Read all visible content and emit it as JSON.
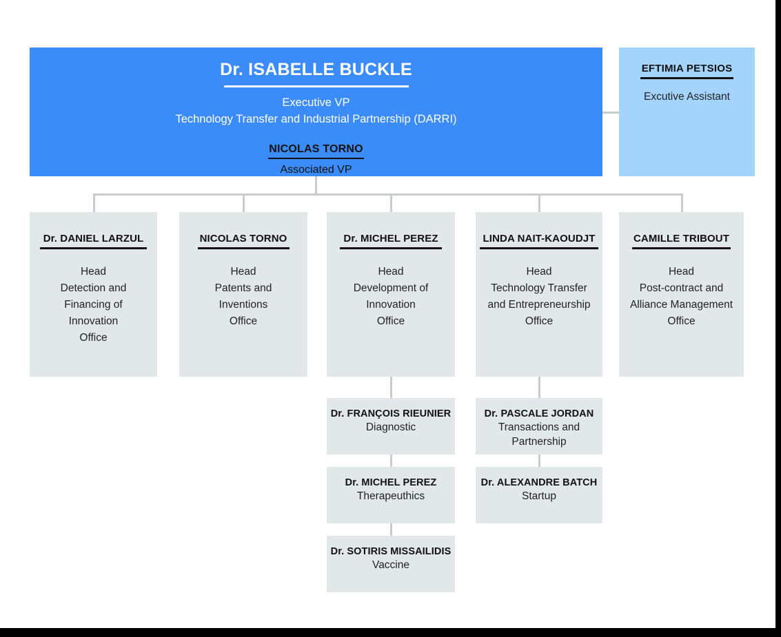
{
  "colors": {
    "root_box": "#3b8cf8",
    "assistant_box": "#a4d4fb",
    "node_box": "#e2e7ea",
    "connector": "#c9cccd",
    "frame": "#000000",
    "text_dark": "#111111",
    "text_light": "#ffffff"
  },
  "root": {
    "name": "Dr. ISABELLE BUCKLE",
    "role_line1": "Executive VP",
    "role_line2": "Technology Transfer and Industrial Partnership (DARRI)",
    "deputy_name": "NICOLAS TORNO",
    "deputy_role": "Associated VP"
  },
  "assistant": {
    "name": "EFTIMIA PETSIOS",
    "role": "Excutive Assistant"
  },
  "divisions": [
    {
      "name": "Dr. DANIEL LARZUL",
      "role": "Head\nDetection and\nFinancing of\nInnovation\nOffice",
      "children": []
    },
    {
      "name": "NICOLAS TORNO",
      "role": "Head\nPatents and\nInventions\nOffice",
      "children": []
    },
    {
      "name": "Dr. MICHEL PEREZ",
      "role": "Head\nDevelopment of\nInnovation\nOffice",
      "children": [
        {
          "name": "Dr. FRANÇOIS RIEUNIER",
          "role": "Diagnostic"
        },
        {
          "name": "Dr. MICHEL PEREZ",
          "role": "Therapeuthics"
        },
        {
          "name": "Dr. SOTIRIS MISSAILIDIS",
          "role": "Vaccine"
        }
      ]
    },
    {
      "name": "LINDA NAIT-KAOUDJT",
      "role": "Head\nTechnology Transfer\nand Entrepreneurship\nOffice",
      "children": [
        {
          "name": "Dr. PASCALE JORDAN",
          "role": "Transactions and\nPartnership"
        },
        {
          "name": "Dr. ALEXANDRE BATCH",
          "role": "Startup"
        }
      ]
    },
    {
      "name": "CAMILLE TRIBOUT",
      "role": "Head\nPost-contract and\nAlliance Management\nOffice",
      "children": []
    }
  ]
}
